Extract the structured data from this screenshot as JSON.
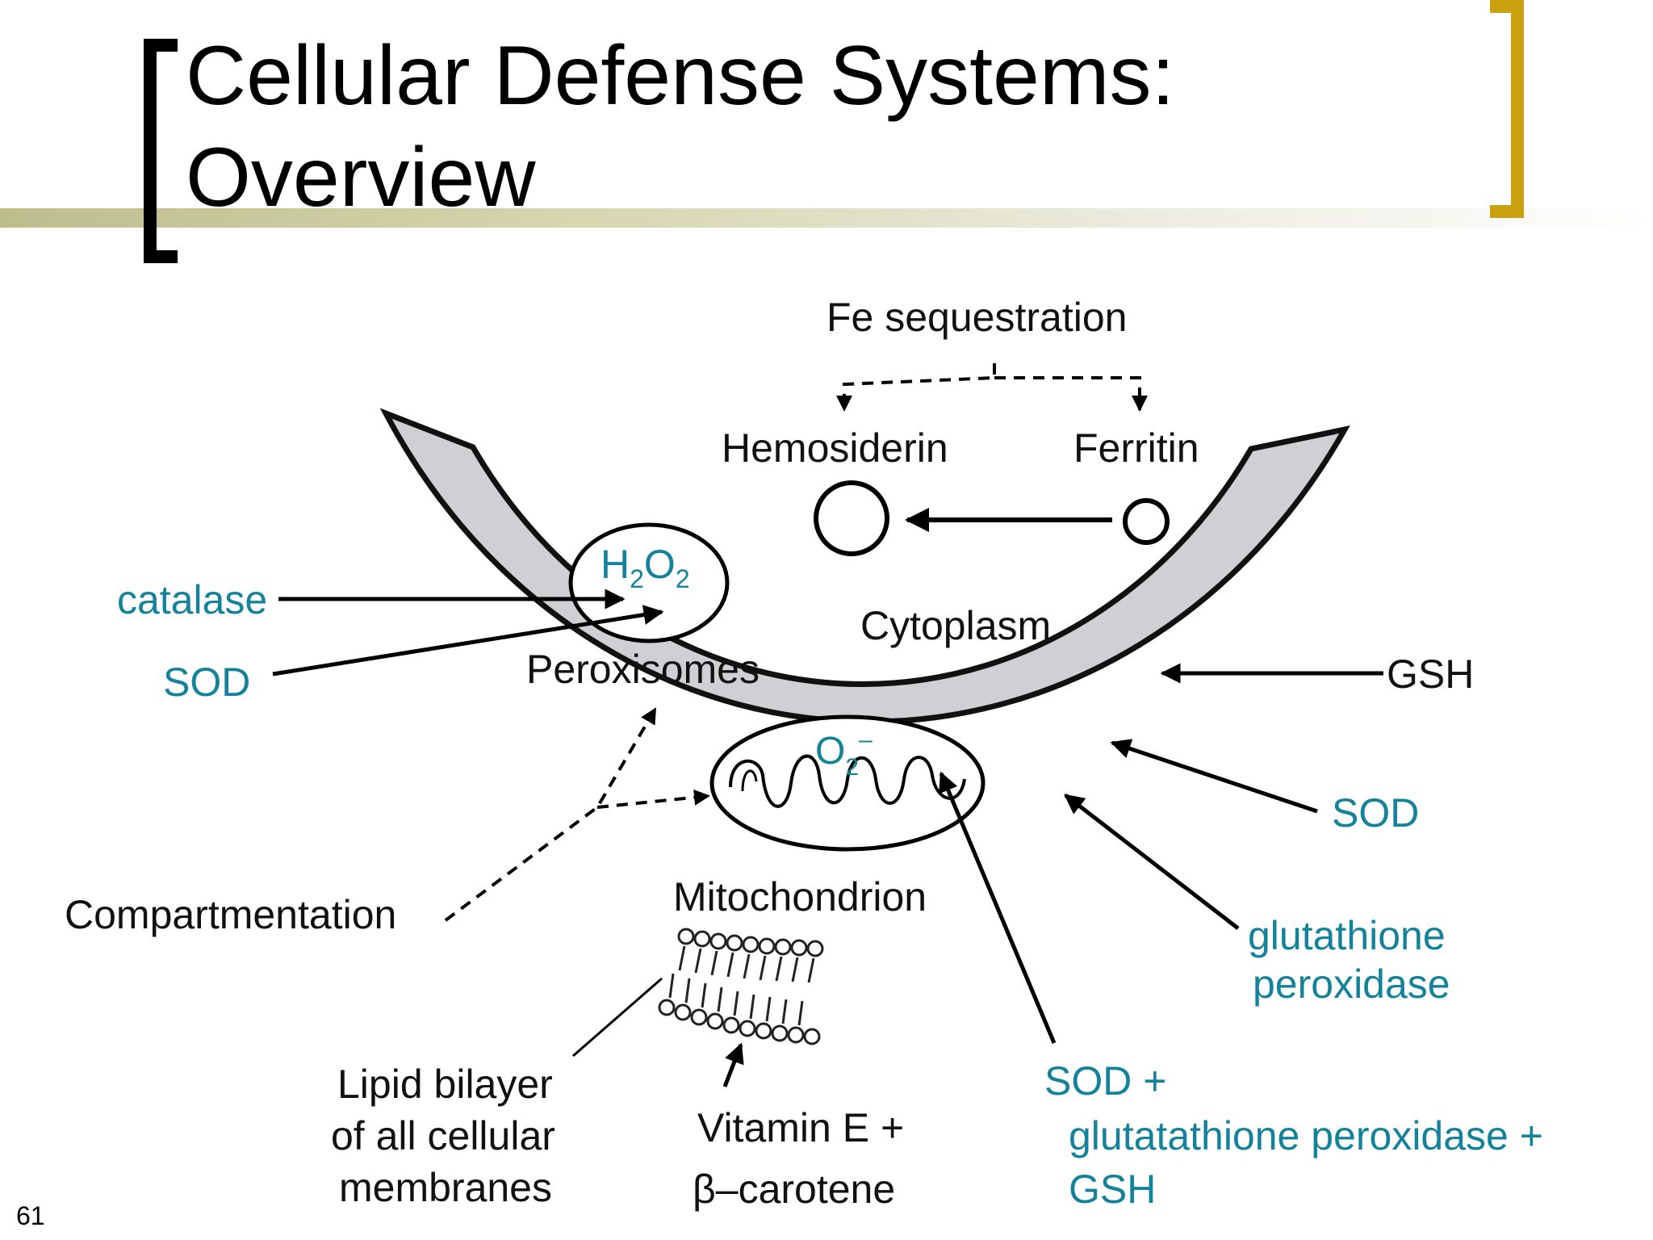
{
  "slide": {
    "title_line1": "Cellular Defense Systems:",
    "title_line2": "Overview",
    "page_number": "61"
  },
  "diagram": {
    "fe_sequestration": "Fe sequestration",
    "hemosiderin": "Hemosiderin",
    "ferritin": "Ferritin",
    "h2o2": {
      "base1": "H",
      "sub1": "2",
      "base2": "O",
      "sub2": "2"
    },
    "catalase": "catalase",
    "sod_left": "SOD",
    "peroxisomes": "Peroxisomes",
    "cytoplasm": "Cytoplasm",
    "gsh_right": "GSH",
    "o2_radical": {
      "base": "O",
      "sub": "2",
      "sup": "–"
    },
    "sod_right": "SOD",
    "glutathione_peroxidase_line1": "glutathione",
    "glutathione_peroxidase_line2": "peroxidase",
    "mitochondrion": "Mitochondrion",
    "compartmentation": "Compartmentation",
    "lipid_bilayer_line1": "Lipid bilayer",
    "lipid_bilayer_line2": "of all cellular",
    "lipid_bilayer_line3": "membranes",
    "vitamin_e_line1": "Vitamin E +",
    "vitamin_e_line2": "β–carotene",
    "sod_combo_line1": "SOD +",
    "sod_combo_line2": "glutatathione peroxidase +",
    "sod_combo_line3": "GSH"
  },
  "colors": {
    "label_blue": "#14829a",
    "membrane_gray": "#cfcfd4",
    "bracket_gold": "#c8a010"
  }
}
